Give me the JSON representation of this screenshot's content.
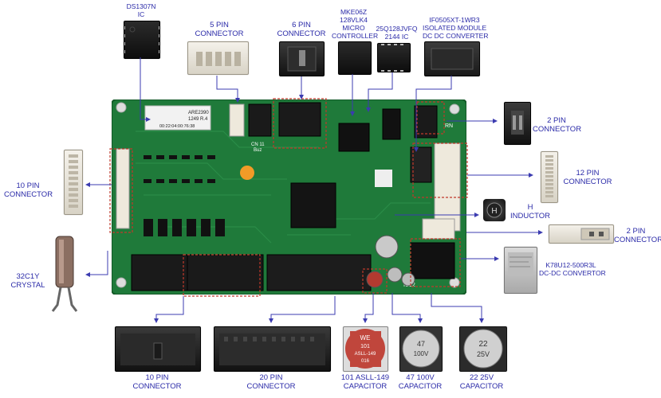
{
  "labels": {
    "ds1307n": "DS1307N\nIC",
    "pin5_top": "5 PIN\nCONNECTOR",
    "pin6_top": "6 PIN\nCONNECTOR",
    "mcu": "MKE06Z\n128VLK4\nMICRO\nCONTROLLER",
    "flash": "25Q128JVFQ\n2144 IC",
    "iso": "IF0505XT-1WR3\nISOLATED MODULE\nDC DC CONVERTER",
    "pin2_right_top": "2 PIN\nCONNECTOR",
    "pin12_right": "12 PIN\nCONNECTOR",
    "inductor": "H\nINDUCTOR",
    "pin2_right_mid": "2 PIN\nCONNECTOR",
    "dcdc": "K78U12-500R3L\nDC-DC CONVERTOR",
    "pin10_left": "10 PIN\nCONNECTOR",
    "crystal": "32C1Y\nCRYSTAL",
    "pin10_bottom": "10 PIN\nCONNECTOR",
    "pin20_bottom": "20 PIN\nCONNECTOR",
    "cap101": "101 ASLL-149\nCAPACITOR",
    "cap47": "47 100V\nCAPACITOR",
    "cap22": "22 25V\nCAPACITOR"
  },
  "board_text": {
    "sticker_line1": "ARE2390",
    "sticker_line2": "1249 R.4",
    "sticker_line3": "00:22:04:00:76:38",
    "cn_buz": "CN 11\nBuz",
    "rn": "RN",
    "ic12": "IC12"
  },
  "photo_text": {
    "cap101_print": "WE\n101\nASLL-149\n016",
    "cap47_print": "47\n100V",
    "cap22_print": "22\n25V"
  },
  "colors": {
    "label_blue": "#2a2aa8",
    "pcb_green": "#1f7a3a",
    "pcb_dark": "#145a28",
    "callout_red": "#c0392b"
  }
}
